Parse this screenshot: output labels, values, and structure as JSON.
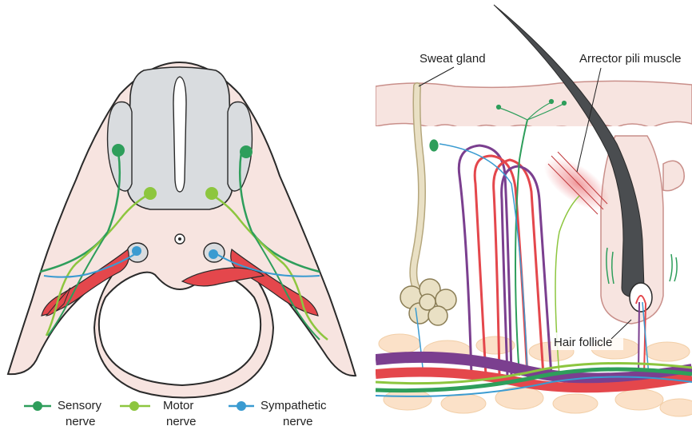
{
  "legend": {
    "sensory_label_1": "Sensory",
    "sensory_label_2": "nerve",
    "motor_label_1": "Motor",
    "motor_label_2": "nerve",
    "sympathetic_label_1": "Sympathetic",
    "sympathetic_label_2": "nerve"
  },
  "labels": {
    "sweat_gland": "Sweat gland",
    "arrector_pili_muscle": "Arrector pili muscle",
    "hair_follicle": "Hair follicle"
  },
  "colors": {
    "sensory": "#2e9e5b",
    "motor": "#8dc63f",
    "sympathetic": "#3a9bd1",
    "artery": "#e4474c",
    "vein": "#7b3f8f",
    "skin": "#f7e4e0",
    "neural_tube": "#d9dcdf",
    "hair": "#4a4d50",
    "sweat_gland": "#e9e0c4"
  }
}
